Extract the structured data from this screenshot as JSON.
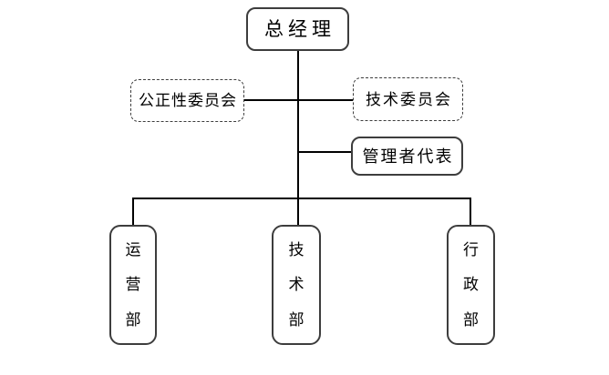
{
  "diagram": {
    "type": "organization-chart",
    "background_color": "#ffffff",
    "line_color": "#000000",
    "box_border_color": "#3d3d3d",
    "nodes": {
      "general_manager": {
        "label": "总经理",
        "border": "solid",
        "text_orientation": "horizontal"
      },
      "impartiality_committee": {
        "label": "公正性委员会",
        "border": "dashed",
        "text_orientation": "horizontal"
      },
      "technical_committee": {
        "label": "技术委员会",
        "border": "dashed",
        "text_orientation": "horizontal"
      },
      "management_representative": {
        "label": "管理者代表",
        "border": "solid",
        "text_orientation": "horizontal"
      },
      "operations_department": {
        "label": "运营部",
        "border": "solid",
        "text_orientation": "vertical"
      },
      "technical_department": {
        "label": "技术部",
        "border": "solid",
        "text_orientation": "vertical"
      },
      "administrative_department": {
        "label": "行政部",
        "border": "solid",
        "text_orientation": "vertical"
      }
    },
    "edges": [
      {
        "from": "general_manager",
        "to": "impartiality_committee"
      },
      {
        "from": "general_manager",
        "to": "technical_committee"
      },
      {
        "from": "general_manager",
        "to": "management_representative"
      },
      {
        "from": "general_manager",
        "to": "operations_department"
      },
      {
        "from": "general_manager",
        "to": "technical_department"
      },
      {
        "from": "general_manager",
        "to": "administrative_department"
      }
    ]
  }
}
